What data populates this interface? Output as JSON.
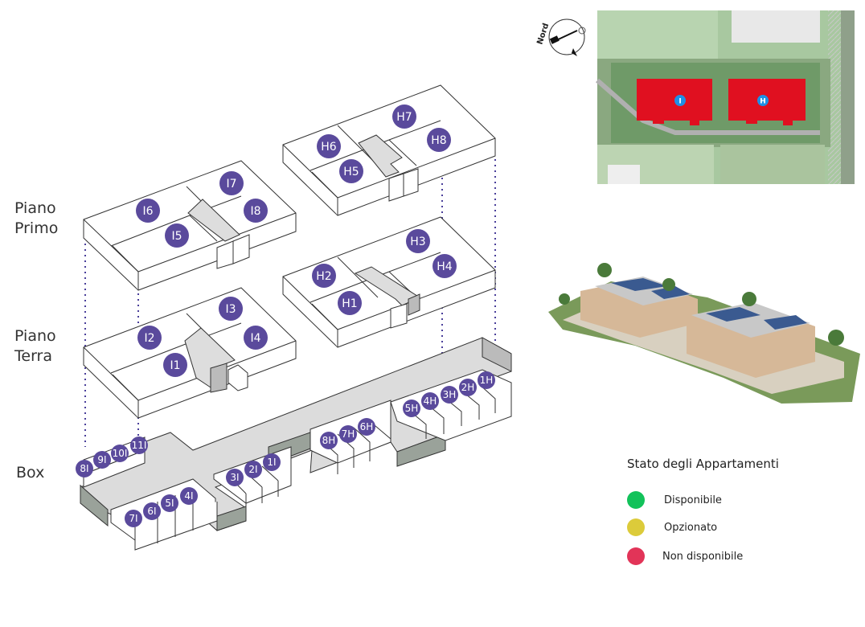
{
  "floors": {
    "primo": "Piano\nPrimo",
    "terra": "Piano\nTerra",
    "box": "Box"
  },
  "units": {
    "primo_I": [
      "I6",
      "I7",
      "I5",
      "I8"
    ],
    "primo_H": [
      "H7",
      "H6",
      "H8",
      "H5"
    ],
    "terra_I": [
      "I3",
      "I2",
      "I4",
      "I1"
    ],
    "terra_H": [
      "H3",
      "H2",
      "H4",
      "H1"
    ],
    "box_left": [
      "8I",
      "9I",
      "10I",
      "11I"
    ],
    "box_bottom": [
      "7I",
      "6I",
      "5I",
      "4I"
    ],
    "box_mid": [
      "3I",
      "2I",
      "1I"
    ],
    "box_center": [
      "8H",
      "7H",
      "6H"
    ],
    "box_right": [
      "5H",
      "4H",
      "3H",
      "2H",
      "1H"
    ]
  },
  "site_map": {
    "compass_label": "Nord",
    "building_pins": [
      "I",
      "H"
    ]
  },
  "legend": {
    "title": "Stato degli Appartamenti",
    "items": [
      {
        "label": "Disponibile",
        "color": "#12c25a"
      },
      {
        "label": "Opzionato",
        "color": "#dccb3a"
      },
      {
        "label": "Non disponibile",
        "color": "#e23458"
      }
    ]
  },
  "colors": {
    "unit_badge": "#5a4a9c",
    "highlight_building": "#e01020",
    "pin": "#1e90e6"
  }
}
